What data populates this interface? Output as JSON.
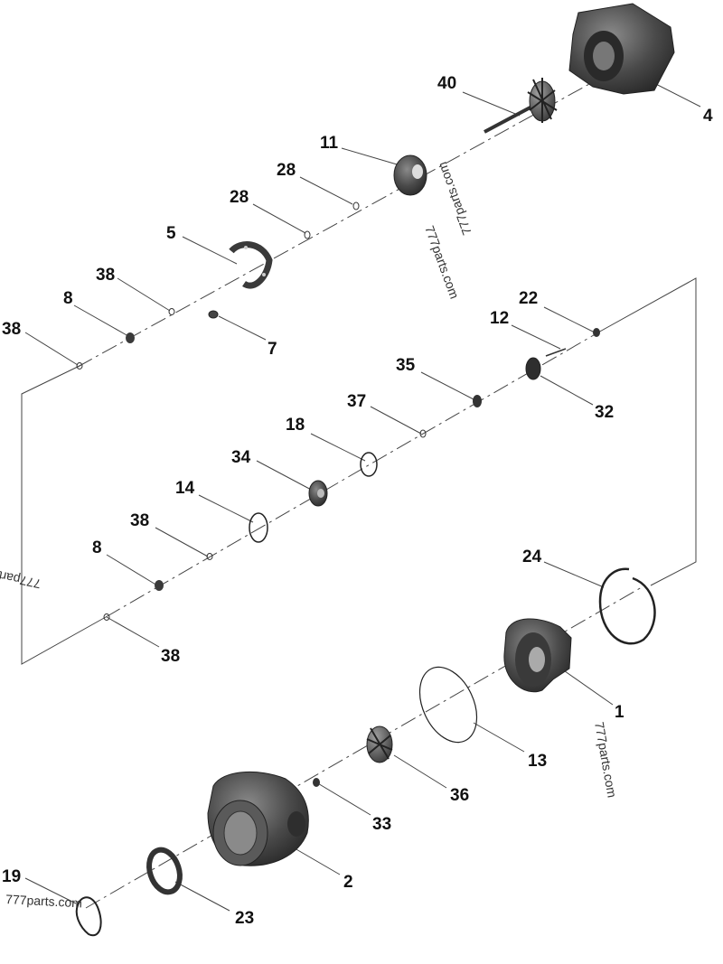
{
  "callouts": {
    "c40": "40",
    "c4": "4",
    "c11": "11",
    "c28a": "28",
    "c28b": "28",
    "c5": "5",
    "c38a": "38",
    "c8a": "8",
    "c38b": "38",
    "c7": "7",
    "c22": "22",
    "c12": "12",
    "c35": "35",
    "c32": "32",
    "c37": "37",
    "c18": "18",
    "c34": "34",
    "c14": "14",
    "c38c": "38",
    "c8b": "8",
    "c38d": "38",
    "c24": "24",
    "c1": "1",
    "c13": "13",
    "c36": "36",
    "c33": "33",
    "c2": "2",
    "c19": "19",
    "c23": "23"
  },
  "watermarks": {
    "w1": "777parts.com",
    "w2": "777parts.com",
    "w3": "777parts",
    "w4": "777parts.com",
    "w5": "777parts.com"
  },
  "colors": {
    "part_dark": "#3a3a3a",
    "part_mid": "#5c5c5c",
    "part_light": "#8a8a8a",
    "line": "#444444"
  }
}
